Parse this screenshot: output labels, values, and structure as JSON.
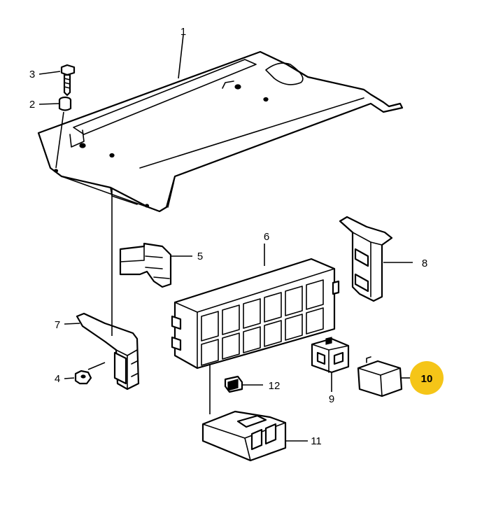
{
  "highlight_color": "#f5c518",
  "callouts": [
    {
      "id": "1",
      "label": "1",
      "highlighted": false
    },
    {
      "id": "2",
      "label": "2",
      "highlighted": false
    },
    {
      "id": "3",
      "label": "3",
      "highlighted": false
    },
    {
      "id": "4",
      "label": "4",
      "highlighted": false
    },
    {
      "id": "5",
      "label": "5",
      "highlighted": false
    },
    {
      "id": "6",
      "label": "6",
      "highlighted": false
    },
    {
      "id": "7",
      "label": "7",
      "highlighted": false
    },
    {
      "id": "8",
      "label": "8",
      "highlighted": false
    },
    {
      "id": "9",
      "label": "9",
      "highlighted": false
    },
    {
      "id": "10",
      "label": "10",
      "highlighted": true
    },
    {
      "id": "11",
      "label": "11",
      "highlighted": false
    },
    {
      "id": "12",
      "label": "12",
      "highlighted": false
    }
  ]
}
